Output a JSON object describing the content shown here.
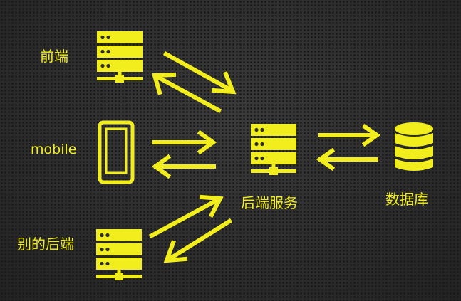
{
  "colors": {
    "accent": "#f2ee1e",
    "background": "#2f2f2f"
  },
  "nodes": {
    "frontend": {
      "label": "前端",
      "icon": "server-icon"
    },
    "mobile": {
      "label": "mobile",
      "icon": "smartphone-icon"
    },
    "other_backend": {
      "label": "别的后端",
      "icon": "server-icon"
    },
    "backend_service": {
      "label": "后端服务",
      "icon": "server-icon"
    },
    "database": {
      "label": "数据库",
      "icon": "database-icon"
    }
  },
  "connections": [
    {
      "from": "frontend",
      "to": "backend_service",
      "direction": "bidirectional"
    },
    {
      "from": "mobile",
      "to": "backend_service",
      "direction": "bidirectional"
    },
    {
      "from": "other_backend",
      "to": "backend_service",
      "direction": "bidirectional"
    },
    {
      "from": "backend_service",
      "to": "database",
      "direction": "bidirectional"
    }
  ]
}
